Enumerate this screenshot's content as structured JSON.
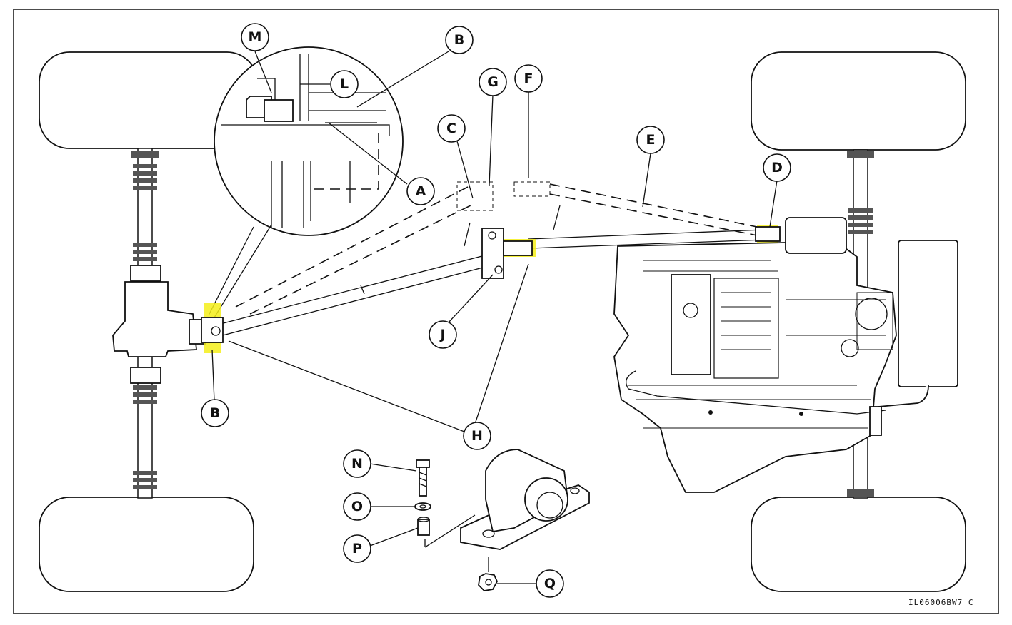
{
  "diagram": {
    "callouts": [
      {
        "id": "M",
        "label": "M"
      },
      {
        "id": "B1",
        "label": "B"
      },
      {
        "id": "L",
        "label": "L"
      },
      {
        "id": "A",
        "label": "A"
      },
      {
        "id": "G",
        "label": "G"
      },
      {
        "id": "F",
        "label": "F"
      },
      {
        "id": "C",
        "label": "C"
      },
      {
        "id": "E",
        "label": "E"
      },
      {
        "id": "D",
        "label": "D"
      },
      {
        "id": "J",
        "label": "J"
      },
      {
        "id": "B2",
        "label": "B"
      },
      {
        "id": "H",
        "label": "H"
      },
      {
        "id": "N",
        "label": "N"
      },
      {
        "id": "O",
        "label": "O"
      },
      {
        "id": "P",
        "label": "P"
      },
      {
        "id": "Q",
        "label": "Q"
      }
    ],
    "figure_code": "IL06006BW7  C",
    "colors": {
      "highlight": "#f5ee1a",
      "line": "#111111",
      "background": "#ffffff"
    }
  }
}
